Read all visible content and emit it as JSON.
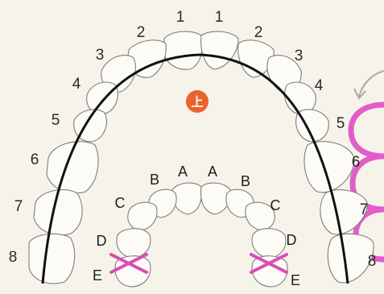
{
  "upper_marker": "上",
  "permanent_numbers": {
    "left": [
      "1",
      "2",
      "3",
      "4",
      "5",
      "6",
      "7",
      "8"
    ],
    "right": [
      "1",
      "2",
      "3",
      "4",
      "5",
      "6",
      "7",
      "8"
    ]
  },
  "deciduous_letters": {
    "left": [
      "A",
      "B",
      "C",
      "D",
      "E"
    ],
    "right": [
      "A",
      "B",
      "C",
      "D",
      "E"
    ]
  },
  "colors": {
    "arch_line": "#111111",
    "badge": "#e8642a",
    "cross_mark": "#d64fb4",
    "side_decoration": "#e35cc9",
    "arrow": "#a9a9a9"
  }
}
